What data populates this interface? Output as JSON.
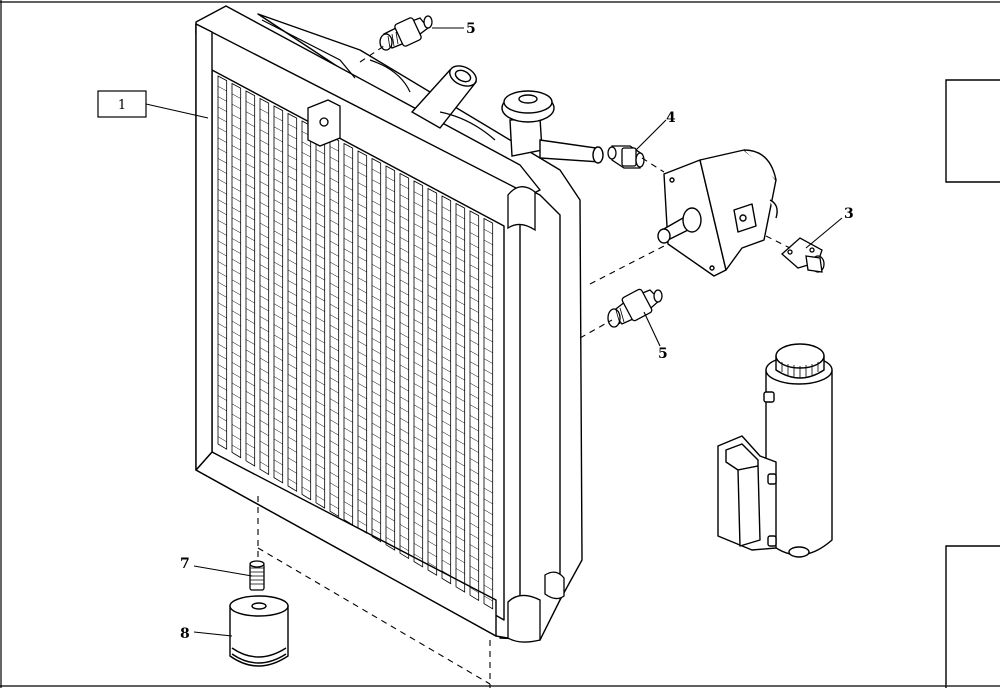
{
  "diagram": {
    "callouts": {
      "c1": "1",
      "c3": "3",
      "c4": "4",
      "c5a": "5",
      "c5b": "5",
      "c7": "7",
      "c8": "8"
    }
  }
}
